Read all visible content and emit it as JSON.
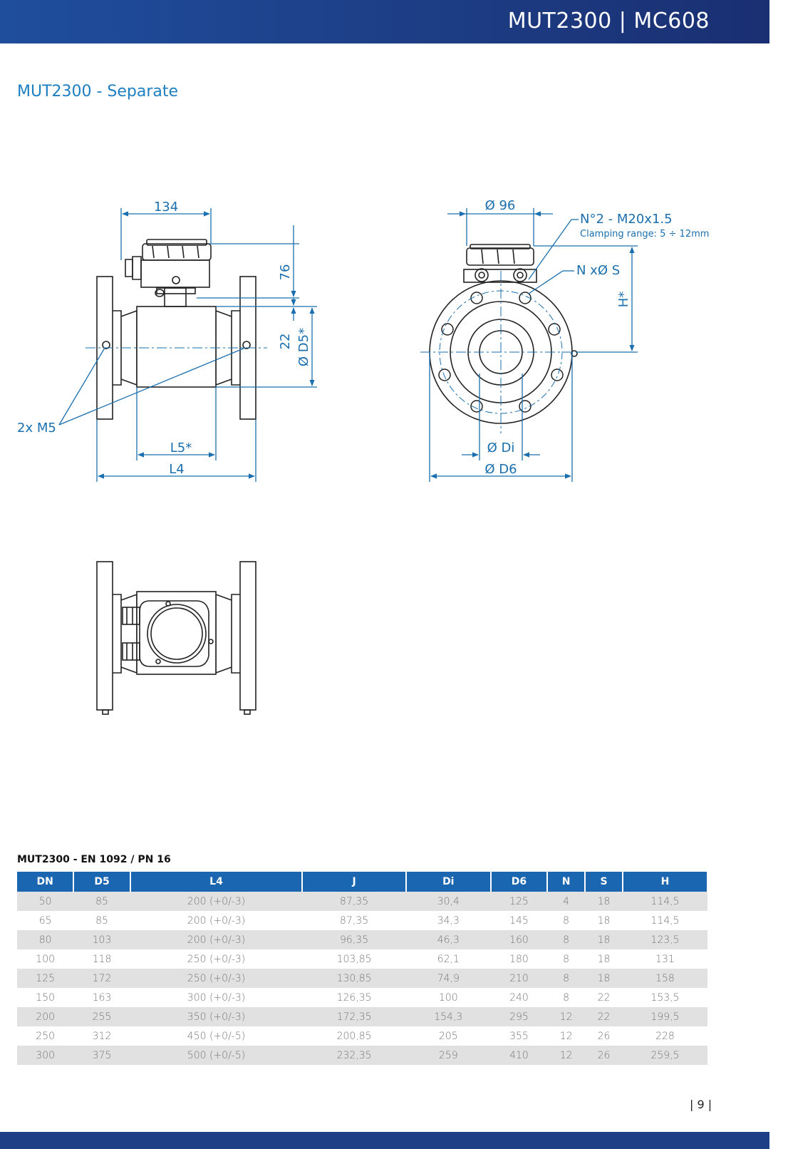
{
  "header": {
    "title": "MUT2300 | MC608"
  },
  "section_title": "MUT2300 - Separate",
  "drawing_labels": {
    "dim_134": "134",
    "dim_76": "76",
    "dim_22": "22",
    "dim_d5": "Ø D5*",
    "dim_l5": "L5*",
    "dim_l4": "L4",
    "label_2xm5": "2x M5",
    "dim_96": "Ø 96",
    "label_n2": "N°2 - M20x1.5",
    "label_clamping": "Clamping range: 5 ÷ 12mm",
    "label_nxs": "N xØ S",
    "dim_h": "H*",
    "dim_di": "Ø Di",
    "dim_d6": "Ø D6"
  },
  "table": {
    "title": "MUT2300 - EN 1092 / PN 16",
    "headers": [
      "DN",
      "D5",
      "L4",
      "J",
      "Di",
      "D6",
      "N",
      "S",
      "H"
    ],
    "rows": [
      [
        "50",
        "85",
        "200 (+0/-3)",
        "87,35",
        "30,4",
        "125",
        "4",
        "18",
        "114,5"
      ],
      [
        "65",
        "85",
        "200 (+0/-3)",
        "87,35",
        "34,3",
        "145",
        "8",
        "18",
        "114,5"
      ],
      [
        "80",
        "103",
        "200 (+0/-3)",
        "96,35",
        "46,3",
        "160",
        "8",
        "18",
        "123,5"
      ],
      [
        "100",
        "118",
        "250 (+0/-3)",
        "103,85",
        "62,1",
        "180",
        "8",
        "18",
        "131"
      ],
      [
        "125",
        "172",
        "250 (+0/-3)",
        "130,85",
        "74,9",
        "210",
        "8",
        "18",
        "158"
      ],
      [
        "150",
        "163",
        "300 (+0/-3)",
        "126,35",
        "100",
        "240",
        "8",
        "22",
        "153,5"
      ],
      [
        "200",
        "255",
        "350 (+0/-3)",
        "172,35",
        "154,3",
        "295",
        "12",
        "22",
        "199,5"
      ],
      [
        "250",
        "312",
        "450 (+0/-5)",
        "200,85",
        "205",
        "355",
        "12",
        "26",
        "228"
      ],
      [
        "300",
        "375",
        "500 (+0/-5)",
        "232,35",
        "259",
        "410",
        "12",
        "26",
        "259,5"
      ]
    ]
  },
  "footer": {
    "page_number": "| 9 |"
  },
  "colors": {
    "banner": "#1e3f86",
    "accent_blue": "#1d7fc1",
    "table_header": "#1a66b1",
    "row_shade": "#e1e1e1"
  }
}
